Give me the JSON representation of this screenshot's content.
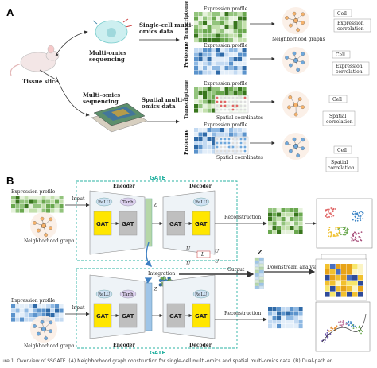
{
  "panel_a": {
    "letter": "A",
    "tissue_slice": "Tissue slice",
    "multiomics_sequencing_1": [
      "Multi-omics",
      "sequencing"
    ],
    "multiomics_sequencing_2": [
      "Multi-omics",
      "sequencing"
    ],
    "single_cell_data": [
      "Single-cell multi-",
      "omics data"
    ],
    "spatial_data": [
      "Spatial multi-",
      "omics data"
    ],
    "transcriptome": "Transcriptome",
    "proteome": "Proteome",
    "expression_profile": "Expression profile",
    "spatial_coordinates": "Spatial coordinates",
    "neighborhood_graphs": "Neighborhood graphs",
    "cell": "Cell",
    "expression_correlation": [
      "Expression",
      "correlation"
    ],
    "spatial_correlation": [
      "Spatial",
      "correlation"
    ]
  },
  "panel_b": {
    "letter": "B",
    "gate": "GATE",
    "expression_profile": "Expression profile",
    "neighborhood_graph": "Neighborhood graph",
    "input": "Input",
    "encoder": "Encoder",
    "decoder": "Decoder",
    "relu": "ReLU",
    "tanh": "Tanh",
    "gat": "GAT",
    "reconstruction": "Reconstruction",
    "integration": "Integration",
    "output": "Output",
    "downstream_analysis": "Downstream analysis",
    "z": "Z",
    "l": "L",
    "u_super": "U",
    "z_super": "Z"
  },
  "caption": "ure 1. Overview of SSGATE. (A) Neighborhood graph construction for single-cell multi-omics and spatial multi-omics data. (B) Dual-path en",
  "colors": {
    "rna_green": "#6aa84f",
    "protein_blue": "#6fa8dc",
    "gat_yellow": "#ffe600",
    "gate_teal": "#2bb3a3",
    "arrow": "#333333"
  }
}
